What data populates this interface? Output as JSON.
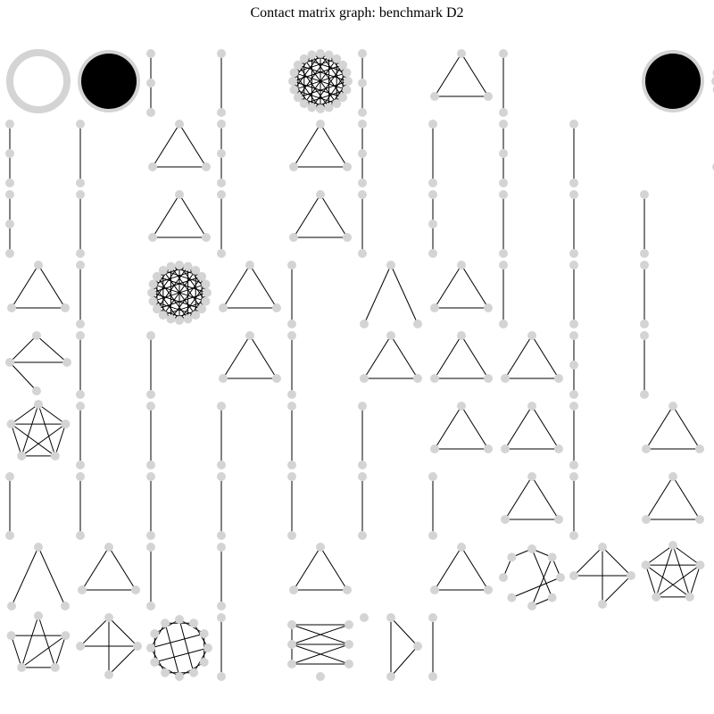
{
  "title": "Contact matrix graph: benchmark D2",
  "colors": {
    "node": "#d4d4d4",
    "edge": "#000000",
    "background": "#ffffff"
  },
  "rows": [
    [
      "ring-empty",
      "ring-dense-black",
      "path3",
      "path2",
      "ring-dense",
      "path3",
      "triangle",
      "path2",
      null,
      "ring-dense-black",
      "ring-dense"
    ],
    [
      "path3",
      "path2",
      "triangle",
      "path3",
      "triangle",
      "path3",
      "path2",
      "path3",
      "path2",
      null,
      "triangle"
    ],
    [
      "path3",
      "path2",
      "triangle",
      "path2",
      "triangle",
      "path2",
      "path3",
      "path2",
      "path2",
      "path2",
      null
    ],
    [
      "triangle",
      "path2",
      "ring-dense",
      "triangle",
      "path2",
      "wedge",
      "triangle",
      "path2",
      "path2",
      "path2",
      null
    ],
    [
      "broken-triangle",
      "path2",
      "path2",
      "triangle",
      "path2",
      "triangle",
      "triangle",
      "triangle",
      "path3",
      "path2",
      null
    ],
    [
      "pentagon-complete",
      "path2",
      "path2",
      "path2",
      "path2",
      "path2",
      "triangle",
      "triangle",
      "path2",
      "triangle",
      null
    ],
    [
      "path2",
      "path2",
      "path2",
      "path2",
      "path2",
      "path2",
      "path2",
      "triangle",
      "path2",
      "triangle",
      null
    ],
    [
      "wedge",
      "triangle",
      "path2",
      "path2",
      "triangle",
      null,
      "triangle",
      "heptagon-sparse",
      "diamond-cross",
      "pentagon-complete",
      null
    ],
    [
      "pentagon-partial",
      "diamond-cross",
      "decagon-sparse",
      "path2",
      "hexagon-x",
      "wedge-open",
      "path2",
      null,
      null,
      null,
      null
    ]
  ]
}
